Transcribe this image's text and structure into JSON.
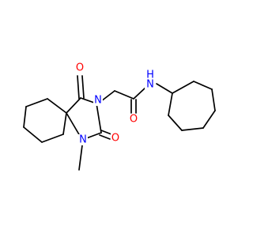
{
  "molecule": {
    "atoms": {
      "o_ketone": {
        "symbol": "O",
        "color": "#ff0000"
      },
      "n_imide": {
        "symbol": "N",
        "color": "#0000ff"
      },
      "o_amide": {
        "symbol": "O",
        "color": "#ff0000"
      },
      "nh_amide": {
        "symbol": "H",
        "subsymbol": "N",
        "color": "#0000ff"
      },
      "n_methyl": {
        "symbol": "N",
        "color": "#0000ff"
      },
      "o_urea": {
        "symbol": "O",
        "color": "#ff0000"
      }
    }
  }
}
